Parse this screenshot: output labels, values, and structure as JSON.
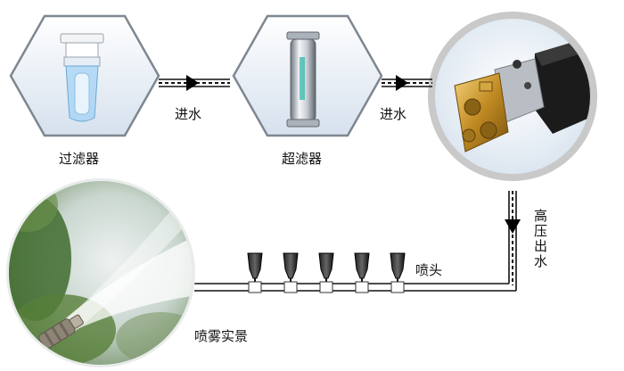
{
  "labels": {
    "filter": "过滤器",
    "ultrafilter": "超滤器",
    "inlet_1": "进水",
    "inlet_2": "进水",
    "high_pressure_out": "高压出水",
    "nozzle": "喷头",
    "spray_scene": "喷雾实景"
  },
  "colors": {
    "pipe": "#111111",
    "hex_fill": "#dfe8f2",
    "hex_stroke": "#7e8790",
    "circle_ring": "#bcbcbc"
  }
}
